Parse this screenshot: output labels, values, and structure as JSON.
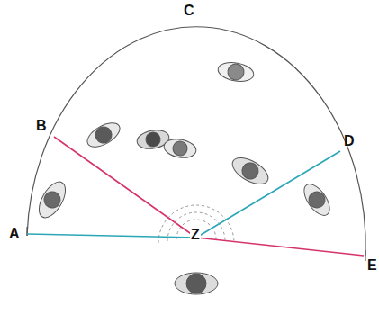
{
  "diagram": {
    "labels": [
      "C",
      "B",
      "D",
      "A",
      "Z",
      "E"
    ]
  }
}
